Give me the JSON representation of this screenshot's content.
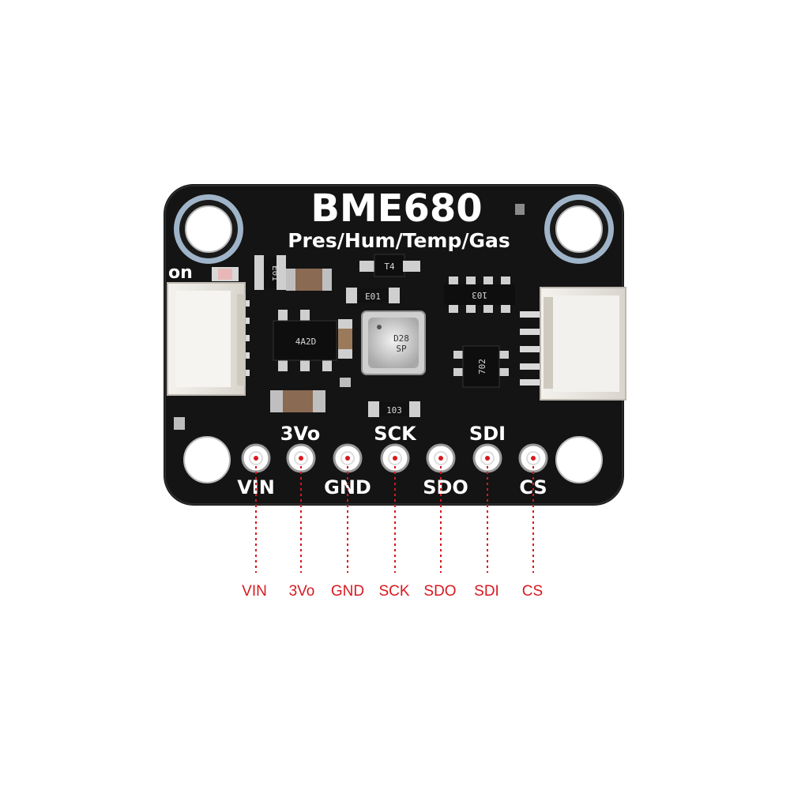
{
  "board": {
    "title": "BME680",
    "subtitle": "Pres/Hum/Temp/Gas",
    "led_label": "on",
    "top_pin_labels": [
      "3Vo",
      "SCK",
      "SDI"
    ],
    "bottom_pin_labels": [
      "VIN",
      "GND",
      "SDO",
      "CS"
    ],
    "chip_markings": [
      "E01",
      "T4",
      "E01",
      "103",
      "4A2D",
      "D28",
      "SP",
      "103",
      "702"
    ]
  },
  "callouts": [
    "VIN",
    "3Vo",
    "GND",
    "SCK",
    "SDO",
    "SDI",
    "CS"
  ],
  "colors": {
    "pcb": "#141414",
    "silkscreen": "#ffffff",
    "callout": "#d8191f",
    "connector": "#ece9e4"
  }
}
